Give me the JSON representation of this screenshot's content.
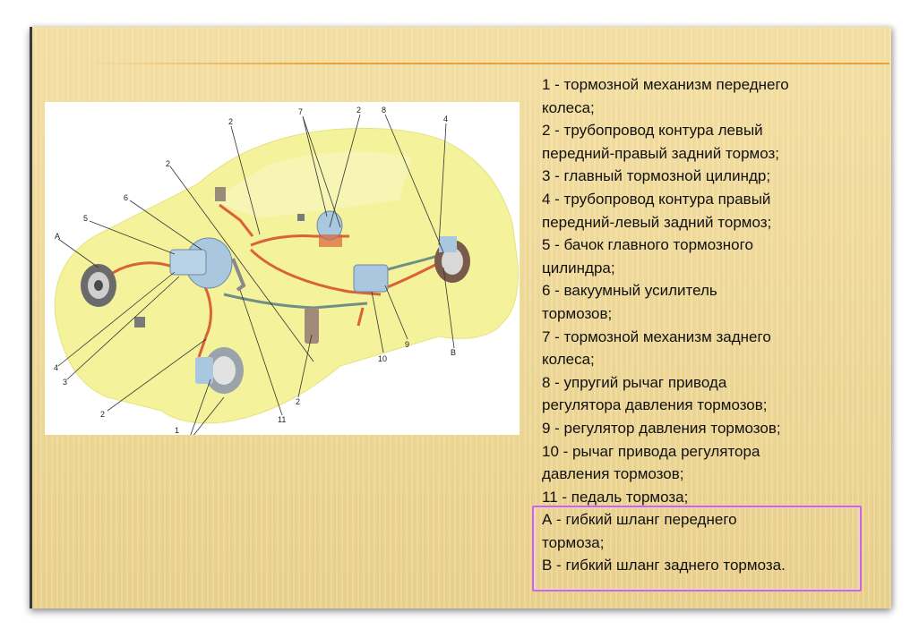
{
  "legend": [
    "1 - тормозной механизм переднего\nколеса;",
    "2 - трубопровод контура левый\nпередний-правый задний тормоз;",
    "3 - главный тормозной цилиндр;",
    "4 - трубопровод контура правый\nпередний-левый задний тормоз;",
    "5 - бачок главного тормозного\nцилиндра;",
    "6 - вакуумный усилитель\nтормозов;",
    "7 - тормозной механизм заднего\nколеса;",
    "8 - упругий рычаг привода\nрегулятора давления тормозов;",
    "9 - регулятор давления тормозов;",
    "10 - рычаг привода регулятора\nдавления тормозов;",
    "11 - педаль тормоза;",
    "А - гибкий шланг переднего\nтормоза;",
    "В - гибкий шланг заднего тормоза."
  ],
  "diagram_labels": {
    "l1": "1",
    "l2a": "2",
    "l2b": "2",
    "l2c": "2",
    "l2d": "2",
    "l2e": "2",
    "l3": "3",
    "l4a": "4",
    "l4b": "4",
    "l5": "5",
    "l6": "6",
    "l7": "7",
    "l8": "8",
    "l9": "9",
    "l10": "10",
    "l11": "11",
    "lA": "А",
    "lB": "В"
  },
  "colors": {
    "car_body": "#f4f29a",
    "pipe_red": "#d9623a",
    "pipe_gray": "#6f8f86",
    "component_blue": "#a9c7de",
    "slide_bg": "#eed796",
    "highlight": "#c86ad8"
  }
}
